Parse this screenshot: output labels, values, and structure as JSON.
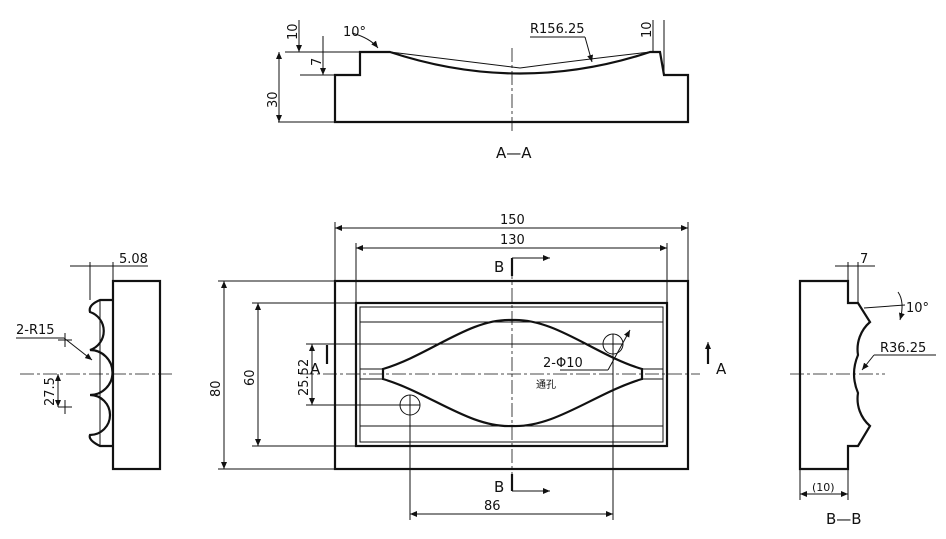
{
  "section_aa": {
    "title": "A—A",
    "dims": {
      "d10_left": "10",
      "d7": "7",
      "d30": "30",
      "angle": "10°",
      "radius": "R156.25",
      "d10_right": "10"
    }
  },
  "plan": {
    "dims": {
      "w150": "150",
      "w130": "130",
      "h80": "80",
      "h60": "60",
      "h2552": "25.52",
      "w86": "86"
    },
    "section_marks": {
      "a_left": "A",
      "a_right": "A",
      "b_top": "B",
      "b_bottom": "B"
    },
    "hole_note": "2-Φ10",
    "hole_note_sub": "通孔"
  },
  "left_view": {
    "dims": {
      "w508": "5.08",
      "radius": "2-R15",
      "d275": "27.5"
    }
  },
  "section_bb": {
    "title": "B—B",
    "dims": {
      "d7": "7",
      "angle": "10°",
      "radius": "R36.25",
      "d10": "(10)"
    }
  }
}
